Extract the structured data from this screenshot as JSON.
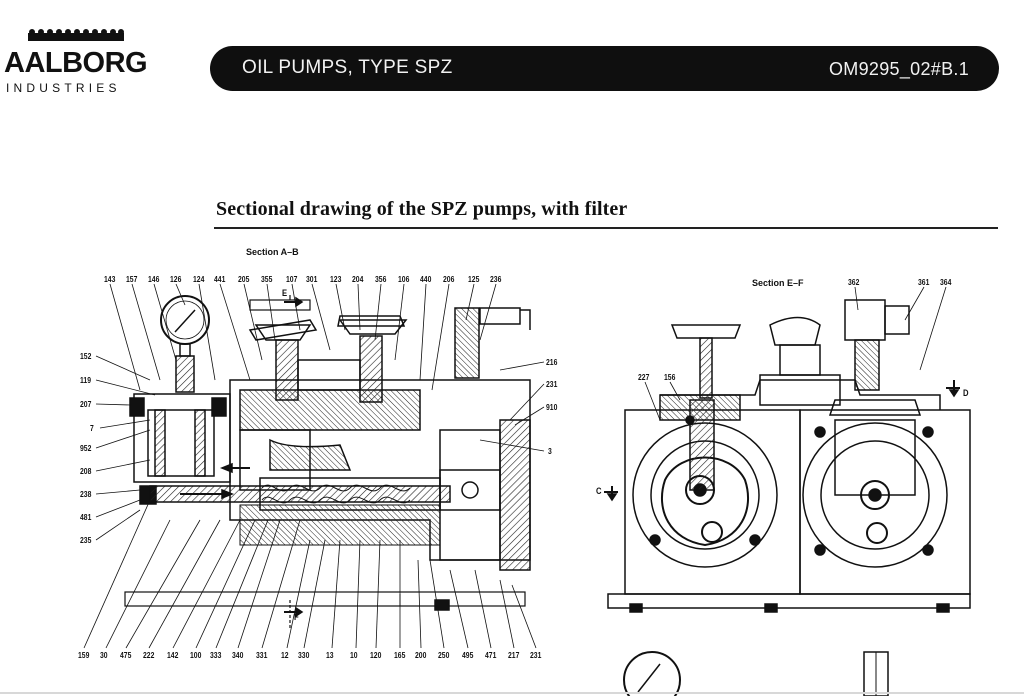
{
  "logo": {
    "name": "AALBORG",
    "sub": "INDUSTRIES"
  },
  "header": {
    "title": "OIL PUMPS, TYPE SPZ",
    "code": "OM9295_02#B.1"
  },
  "section": {
    "title": "Sectional drawing of the SPZ pumps, with filter"
  },
  "drawing_left": {
    "label": "Section A–B",
    "top_numbers": [
      "143",
      "157",
      "146",
      "126",
      "124",
      "441",
      "205",
      "355",
      "107",
      "301",
      "123",
      "204",
      "356",
      "106",
      "440",
      "206",
      "125",
      "236"
    ],
    "left_numbers": [
      "152",
      "119",
      "207",
      "7",
      "952",
      "208",
      "238",
      "481",
      "235"
    ],
    "right_numbers": [
      "216",
      "231",
      "910",
      "3"
    ],
    "bottom_numbers": [
      "159",
      "30",
      "475",
      "222",
      "142",
      "100",
      "333",
      "340",
      "331",
      "12",
      "330",
      "13",
      "10",
      "120",
      "165",
      "200",
      "250",
      "495",
      "471",
      "217",
      "231"
    ],
    "marker_e": "E",
    "marker_f": "F"
  },
  "drawing_right": {
    "label": "Section E–F",
    "top_numbers": [
      "362",
      "361",
      "364"
    ],
    "left_numbers": [
      "227",
      "156"
    ],
    "marker_c": "C",
    "marker_d": "D"
  }
}
